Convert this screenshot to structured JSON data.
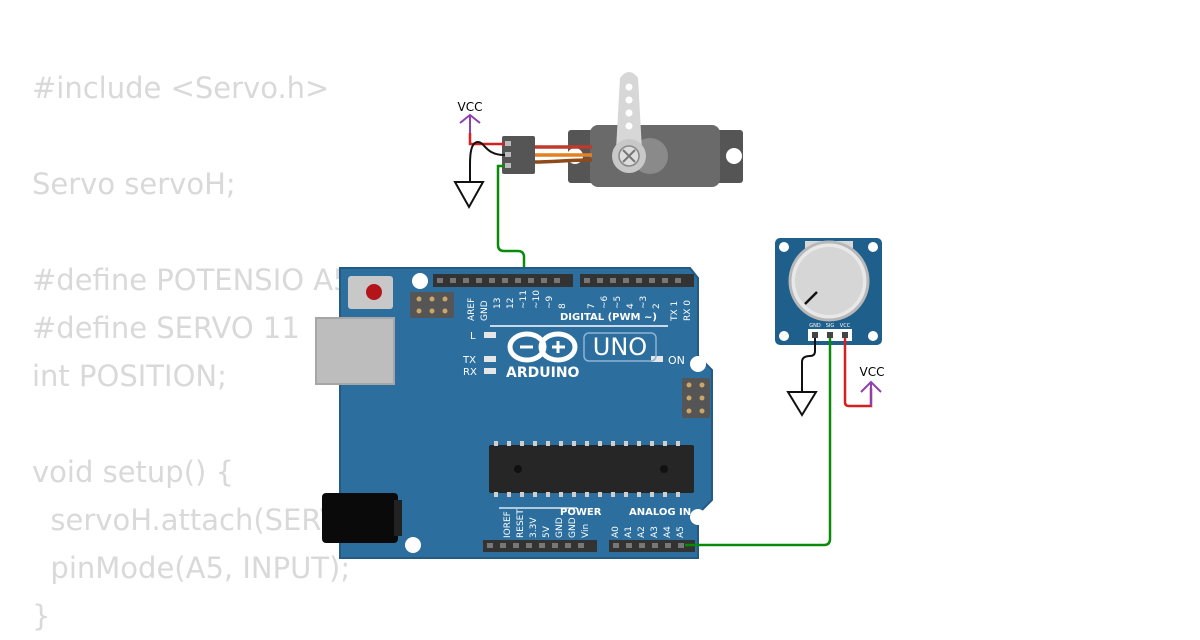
{
  "code_lines": [
    "#include <Servo.h>",
    "",
    "Servo servoH;",
    "",
    "#define POTENSIO A5",
    "#define SERVO 11",
    "int POSITION;",
    "",
    "void setup() {",
    "  servoH.attach(SERVO);",
    "  pinMode(A5, INPUT);",
    "}"
  ],
  "power_labels": {
    "servo_vcc": "VCC",
    "pot_vcc": "VCC"
  },
  "arduino": {
    "brand": "ARDUINO",
    "model": "UNO",
    "on_label": "ON",
    "l_label": "L",
    "tx_label": "TX",
    "rx_label": "RX",
    "digital_label": "DIGITAL (PWM ~)",
    "power_label": "POWER",
    "analog_label": "ANALOG IN",
    "digital_pins": [
      "AREF",
      "GND",
      "13",
      "12",
      "~11",
      "~10",
      "~9",
      "8",
      "7",
      "~6",
      "~5",
      "4",
      "~3",
      "2",
      "TX 1",
      "RX 0"
    ],
    "power_pins": [
      "IOREF",
      "RESET",
      "3.3V",
      "5V",
      "GND",
      "GND",
      "Vin"
    ],
    "analog_pins": [
      "A0",
      "A1",
      "A2",
      "A3",
      "A4",
      "A5"
    ]
  },
  "potentiometer": {
    "pins": [
      "GND",
      "SIG",
      "VCC"
    ]
  },
  "colors": {
    "board": "#2c6e9e",
    "board_edge": "#245b85",
    "wire_signal": "#0a8a0a",
    "wire_vcc": "#d42020",
    "power_symbol": "#8e3fb0",
    "code_text": "#d9d9d9"
  }
}
